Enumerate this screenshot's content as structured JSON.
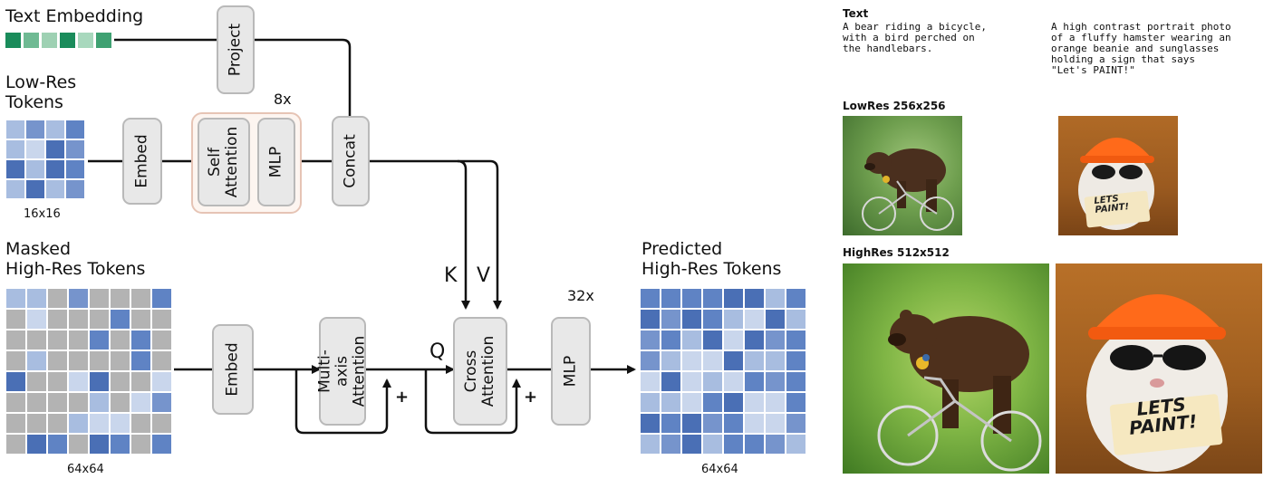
{
  "diagram": {
    "text_embedding_label": "Text Embedding",
    "low_res_label": "Low-Res\nTokens",
    "low_res_size": "16x16",
    "masked_label": "Masked\nHigh-Res Tokens",
    "masked_size": "64x64",
    "predicted_label": "Predicted\nHigh-Res Tokens",
    "predicted_size": "64x64",
    "project": "Project",
    "embed_top": "Embed",
    "self_attention": "Self\nAttention",
    "mlp_top": "MLP",
    "repeat_top": "8x",
    "concat": "Concat",
    "k": "K",
    "v": "V",
    "q": "Q",
    "repeat_bottom": "32x",
    "embed_bottom": "Embed",
    "multi_axis": "Multi-axis\nAttention",
    "cross_attention": "Cross\nAttention",
    "mlp_bottom": "MLP",
    "plus1": "+",
    "plus2": "+"
  },
  "samples": {
    "text_heading": "Text",
    "prompt1": "A bear riding a bicycle,\nwith a bird perched on\nthe handlebars.",
    "prompt2": "A high contrast portrait photo\nof a fluffy hamster wearing an\norange beanie and sunglasses\nholding a sign that says\n\"Let's PAINT!\"",
    "lowres_heading": "LowRes 256x256",
    "highres_heading": "HighRes 512x512",
    "sign_low": "LETS\nPAINT!",
    "sign_high": "LETS\nPAINT!"
  },
  "colors": {
    "embed_strip": [
      "#1a8c5b",
      "#6fba93",
      "#9ed1b3",
      "#1a8c5b",
      "#a8d8bd",
      "#3fa172"
    ],
    "token_blues": [
      "#4a6fb5",
      "#7694cc",
      "#a8bde0",
      "#c9d6ec",
      "#5f83c4"
    ],
    "token_gray": "#b3b3b3",
    "lowres_group_border": "#e6c4b5",
    "highres_group_fill": "#fdf2ea"
  }
}
